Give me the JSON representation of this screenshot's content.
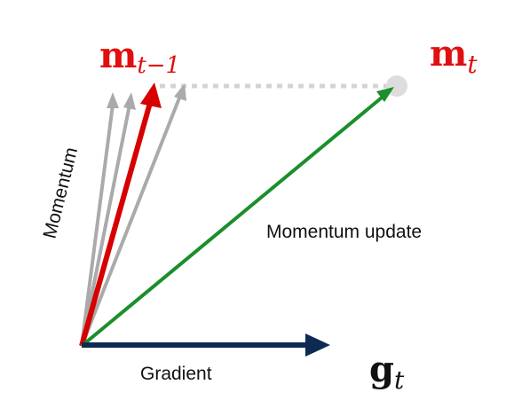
{
  "labels": {
    "m_prev_base": "m",
    "m_prev_sub": "t−1",
    "m_t_base": "m",
    "m_t_sub": "t",
    "g_t_base": "g",
    "g_t_sub": "t",
    "momentum": "Momentum",
    "momentum_update": "Momentum update",
    "gradient": "Gradient"
  },
  "colors": {
    "momentum_arrow": "#d60000",
    "history_arrows": "#aaaaaa",
    "momentum_update_arrow": "#1a8f2a",
    "gradient_arrow": "#0d2a52",
    "dotted_line": "#d4d4d4",
    "endpoint_dot": "#dddddd",
    "math_label": "#e01010",
    "math_label_g": "#111111",
    "text": "#111111"
  }
}
